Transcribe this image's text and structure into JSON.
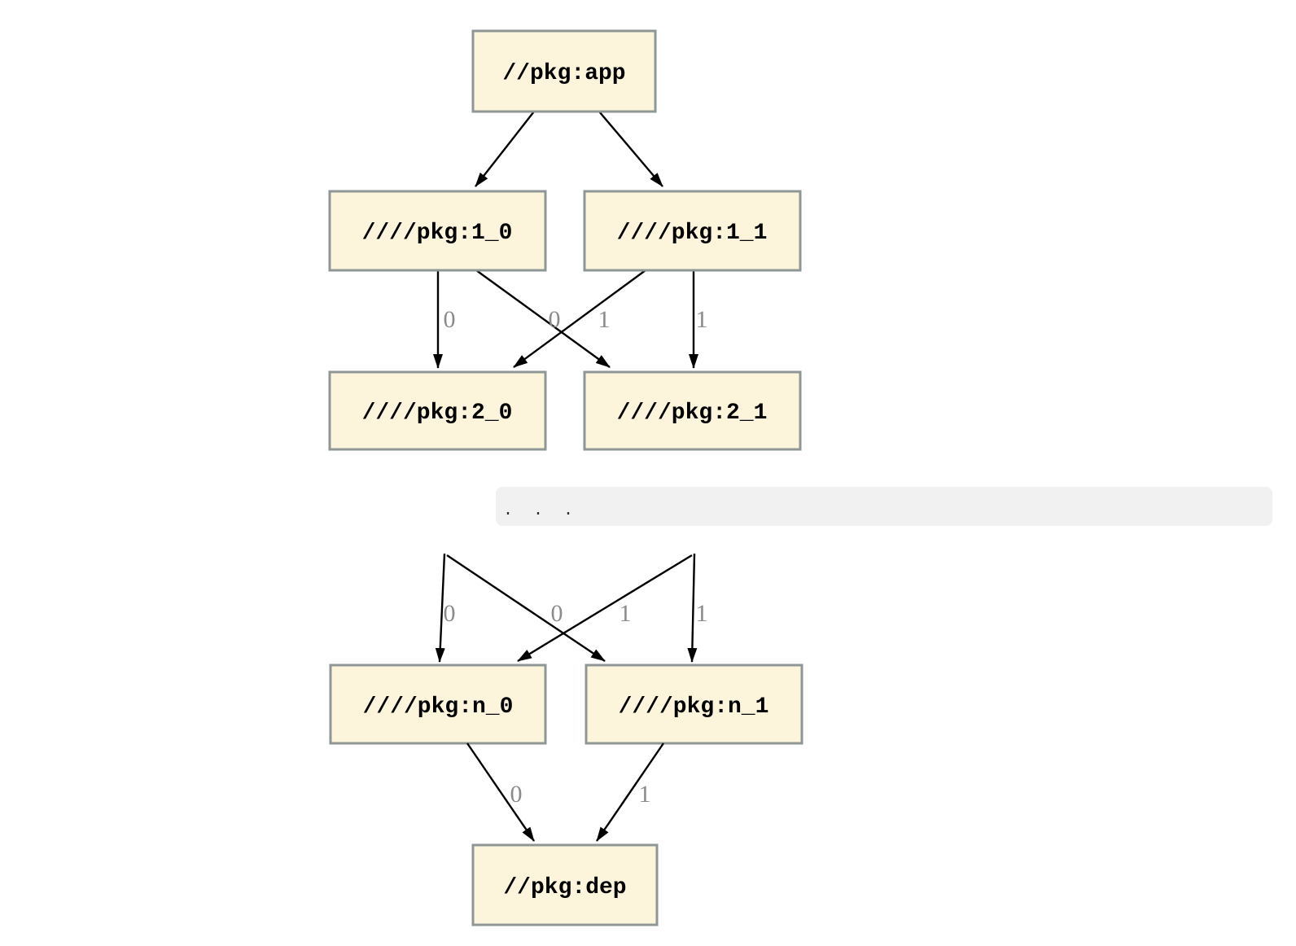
{
  "colors": {
    "node_fill": "#fcf5dc",
    "node_border": "#8f9696",
    "edge": "#000000",
    "edge_label": "#8b8b8b",
    "node_text": "#000000",
    "ellipsis_bar_bg": "#f1f1f2",
    "ellipsis_text": "#2f2f2f",
    "page_bg": "#ffffff"
  },
  "graph": {
    "nodes": {
      "app": {
        "label": "//pkg:app"
      },
      "n1_0": {
        "label": "////pkg:1_0"
      },
      "n1_1": {
        "label": "////pkg:1_1"
      },
      "n2_0": {
        "label": "////pkg:2_0"
      },
      "n2_1": {
        "label": "////pkg:2_1"
      },
      "nn_0": {
        "label": "////pkg:n_0"
      },
      "nn_1": {
        "label": "////pkg:n_1"
      },
      "dep": {
        "label": "//pkg:dep"
      }
    },
    "edge_labels": {
      "e_1_0_to_2_0": "0",
      "e_1_1_to_2_0": "0",
      "e_1_0_to_2_1": "1",
      "e_1_1_to_2_1": "1",
      "e_prev_to_n_0_straight": "0",
      "e_prev_to_n_0_cross": "0",
      "e_prev_to_n_1_cross": "1",
      "e_prev_to_n_1_straight": "1",
      "e_n_0_to_dep": "0",
      "e_n_1_to_dep": "1"
    },
    "ellipsis": ". . ."
  }
}
